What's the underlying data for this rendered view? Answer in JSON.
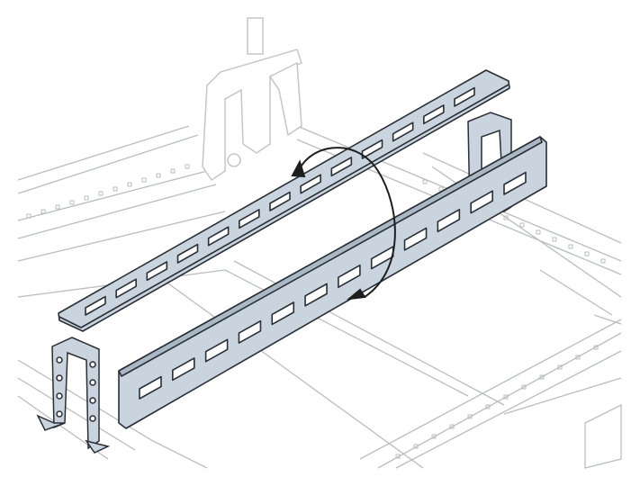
{
  "illustration": {
    "subject": "mounting-rail-rotation-assembly",
    "colors": {
      "rail_fill": "#c9d4df",
      "rail_outline": "#2a2f36",
      "frame_line": "#b9bcc0",
      "clamp_line": "#c4c6c9",
      "arrow": "#1e1e1e",
      "background": "#ffffff"
    },
    "icons": [
      "rotate-arrow-icon"
    ],
    "top_rail_slots": 13,
    "front_rail_slots": 12
  }
}
